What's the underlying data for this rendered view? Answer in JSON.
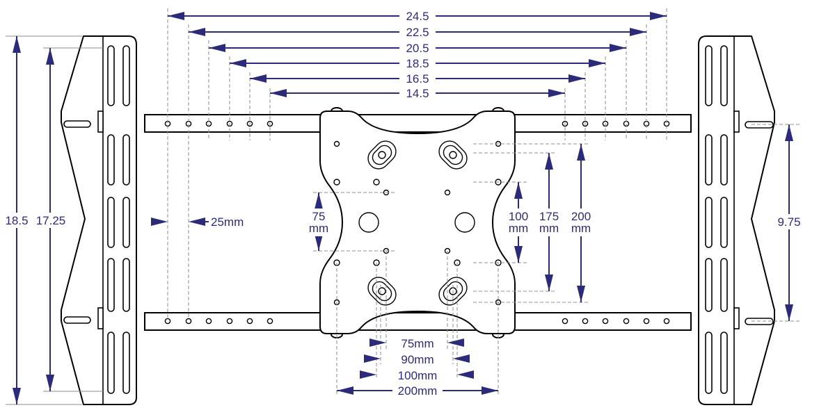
{
  "dimensions": {
    "top_widths": [
      "24.5",
      "22.5",
      "20.5",
      "18.5",
      "16.5",
      "14.5"
    ],
    "bracket_height_outer": "18.5",
    "bracket_height_inner": "17.25",
    "hole_spacing": "25mm",
    "right_bracket_spacing": "9.75",
    "vertical_75": {
      "value": "75",
      "unit": "mm"
    },
    "vertical_100": {
      "value": "100",
      "unit": "mm"
    },
    "vertical_175": {
      "value": "175",
      "unit": "mm"
    },
    "vertical_200": {
      "value": "200",
      "unit": "mm"
    },
    "bottom_widths": [
      "75mm",
      "90mm",
      "100mm",
      "200mm"
    ]
  },
  "colors": {
    "dimension": "#2b2b7a",
    "outline": "#000000",
    "guide": "#8c8c8c"
  }
}
